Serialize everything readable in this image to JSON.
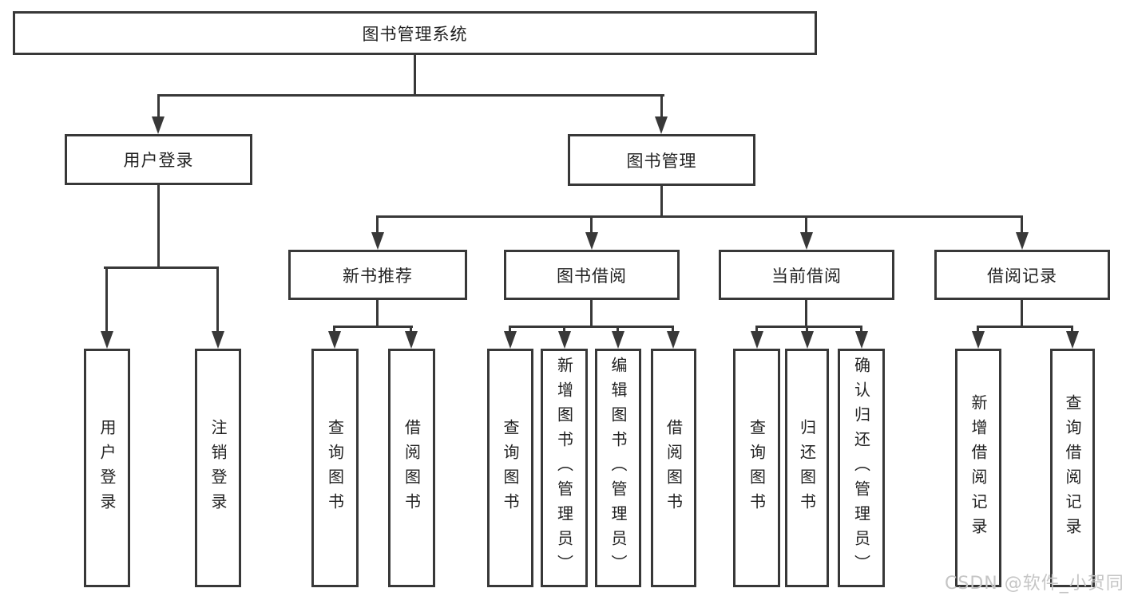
{
  "tree": {
    "root": "图书管理系统",
    "branches": [
      {
        "label": "用户登录",
        "children": [
          "用户登录",
          "注销登录"
        ]
      },
      {
        "label": "图书管理",
        "groups": [
          {
            "label": "新书推荐",
            "children": [
              "查询图书",
              "借阅图书"
            ]
          },
          {
            "label": "图书借阅",
            "children": [
              "查询图书",
              "新增图书（管理员）",
              "编辑图书（管理员）",
              "借阅图书"
            ]
          },
          {
            "label": "当前借阅",
            "children": [
              "查询图书",
              "归还图书",
              "确认归还（管理员）"
            ]
          },
          {
            "label": "借阅记录",
            "children": [
              "新增借阅记录",
              "查询借阅记录"
            ]
          }
        ]
      }
    ]
  },
  "watermark": "CSDN @软件_小贺同学",
  "colors": {
    "line": "#383838",
    "box_border": "#383838",
    "text": "#222222",
    "watermark": "#c5c5c5",
    "background": "#ffffff"
  }
}
